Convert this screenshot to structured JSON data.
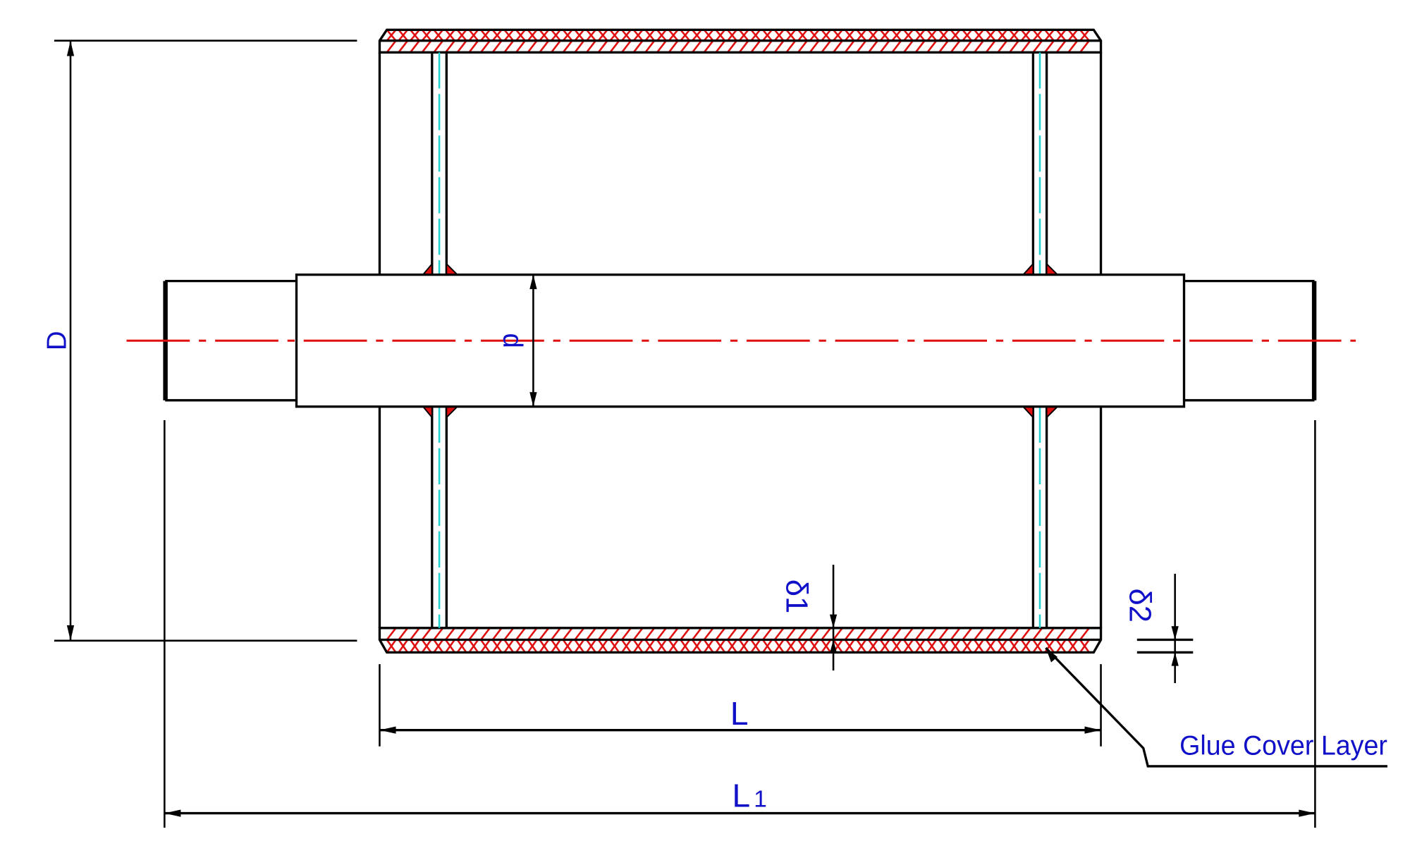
{
  "labels": {
    "outer_diameter": "D",
    "shaft_diameter": "d",
    "shell_length": "L",
    "total_length_main": "L",
    "total_length_sub": "1",
    "shell_thickness": "δ1",
    "cover_thickness": "δ2",
    "glue_cover_layer": "Glue Cover Layer"
  },
  "colors": {
    "line": "#000000",
    "hatch": "#e01010",
    "centerline": "#e01010",
    "plate_center": "#20d0d0",
    "label": "#1010c8"
  }
}
